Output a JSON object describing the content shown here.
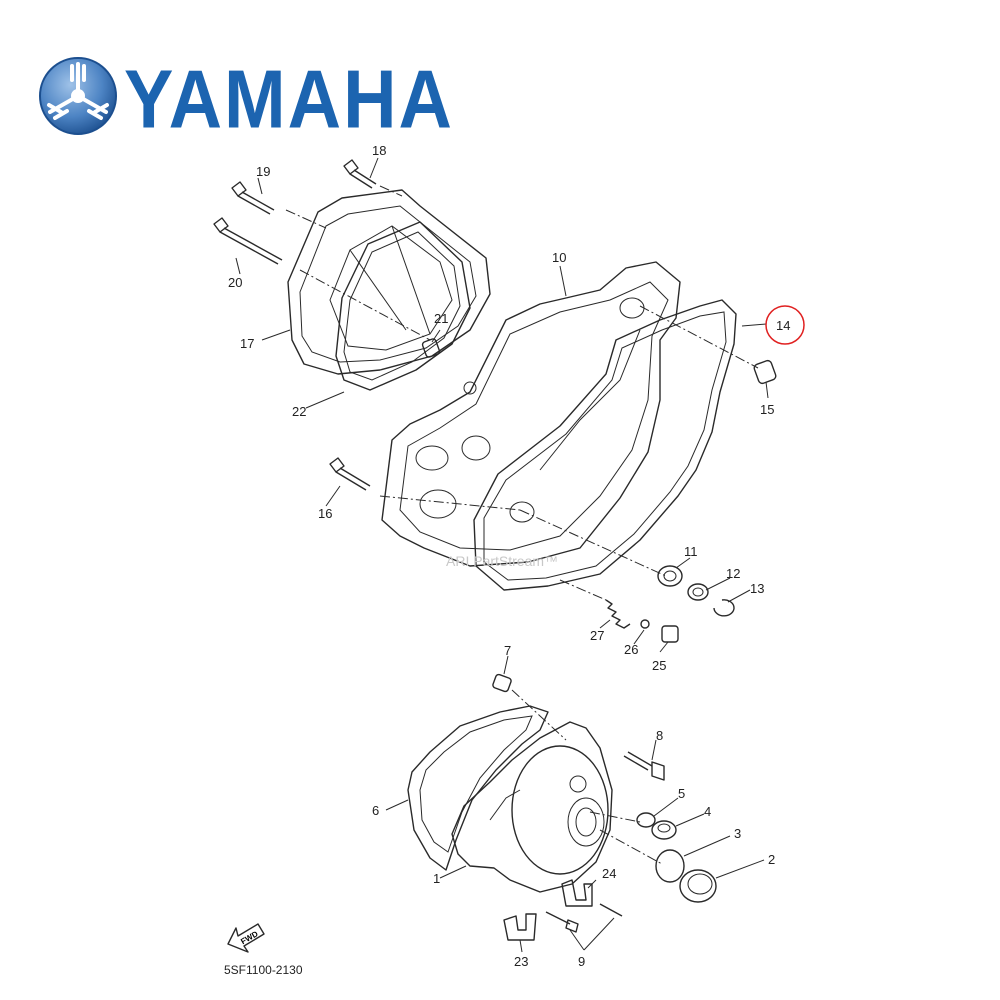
{
  "brand": {
    "name": "YAMAHA",
    "color": "#1c64b0",
    "logo_icon": "tuning-fork-emblem"
  },
  "watermark": "ARI PartStream™",
  "diagram_code": "5SF1100-2130",
  "fwd_label": "FWD",
  "highlight": {
    "part": "14",
    "color": "#e02020"
  },
  "callouts": [
    {
      "id": "1",
      "label": "1"
    },
    {
      "id": "2",
      "label": "2"
    },
    {
      "id": "3",
      "label": "3"
    },
    {
      "id": "4",
      "label": "4"
    },
    {
      "id": "5",
      "label": "5"
    },
    {
      "id": "6",
      "label": "6"
    },
    {
      "id": "7",
      "label": "7"
    },
    {
      "id": "8",
      "label": "8"
    },
    {
      "id": "9",
      "label": "9"
    },
    {
      "id": "10",
      "label": "10"
    },
    {
      "id": "11",
      "label": "11"
    },
    {
      "id": "12",
      "label": "12"
    },
    {
      "id": "13",
      "label": "13"
    },
    {
      "id": "14",
      "label": "14"
    },
    {
      "id": "15",
      "label": "15"
    },
    {
      "id": "16",
      "label": "16"
    },
    {
      "id": "17",
      "label": "17"
    },
    {
      "id": "18",
      "label": "18"
    },
    {
      "id": "19",
      "label": "19"
    },
    {
      "id": "20",
      "label": "20"
    },
    {
      "id": "21",
      "label": "21"
    },
    {
      "id": "22",
      "label": "22"
    },
    {
      "id": "23",
      "label": "23"
    },
    {
      "id": "24",
      "label": "24"
    },
    {
      "id": "25",
      "label": "25"
    },
    {
      "id": "26",
      "label": "26"
    },
    {
      "id": "27",
      "label": "27"
    }
  ]
}
